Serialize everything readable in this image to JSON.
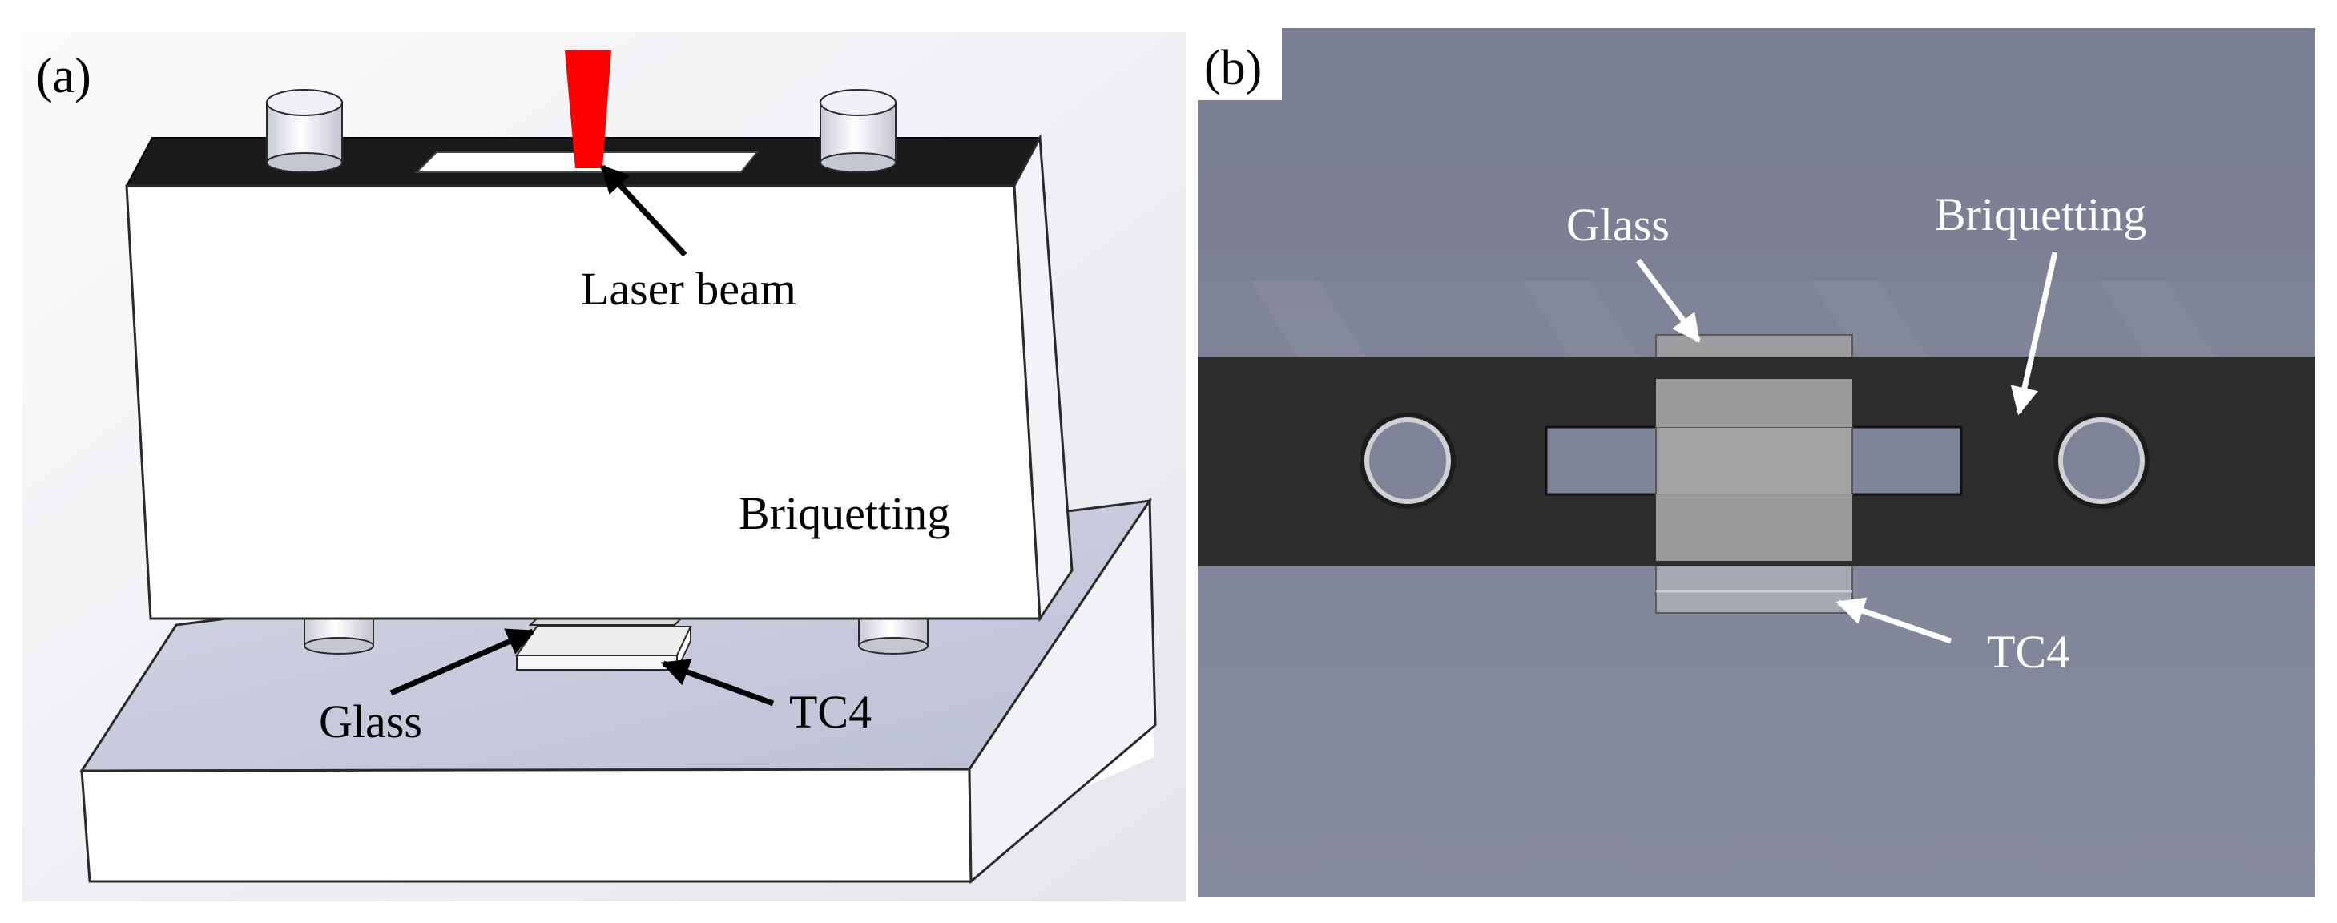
{
  "panel_a": {
    "tag": "(a)",
    "labels": {
      "laser_beam": "Laser beam",
      "briquetting": "Briquetting",
      "glass": "Glass",
      "tc4": "TC4"
    }
  },
  "panel_b": {
    "tag": "(b)",
    "labels": {
      "glass": "Glass",
      "briquetting": "Briquetting",
      "tc4": "TC4"
    }
  },
  "colors": {
    "laser": "#ff0000",
    "briquetting_top": "#1a1a1a",
    "panel_b_background": "#7f8397",
    "panel_b_bar": "#2d2d2d"
  }
}
